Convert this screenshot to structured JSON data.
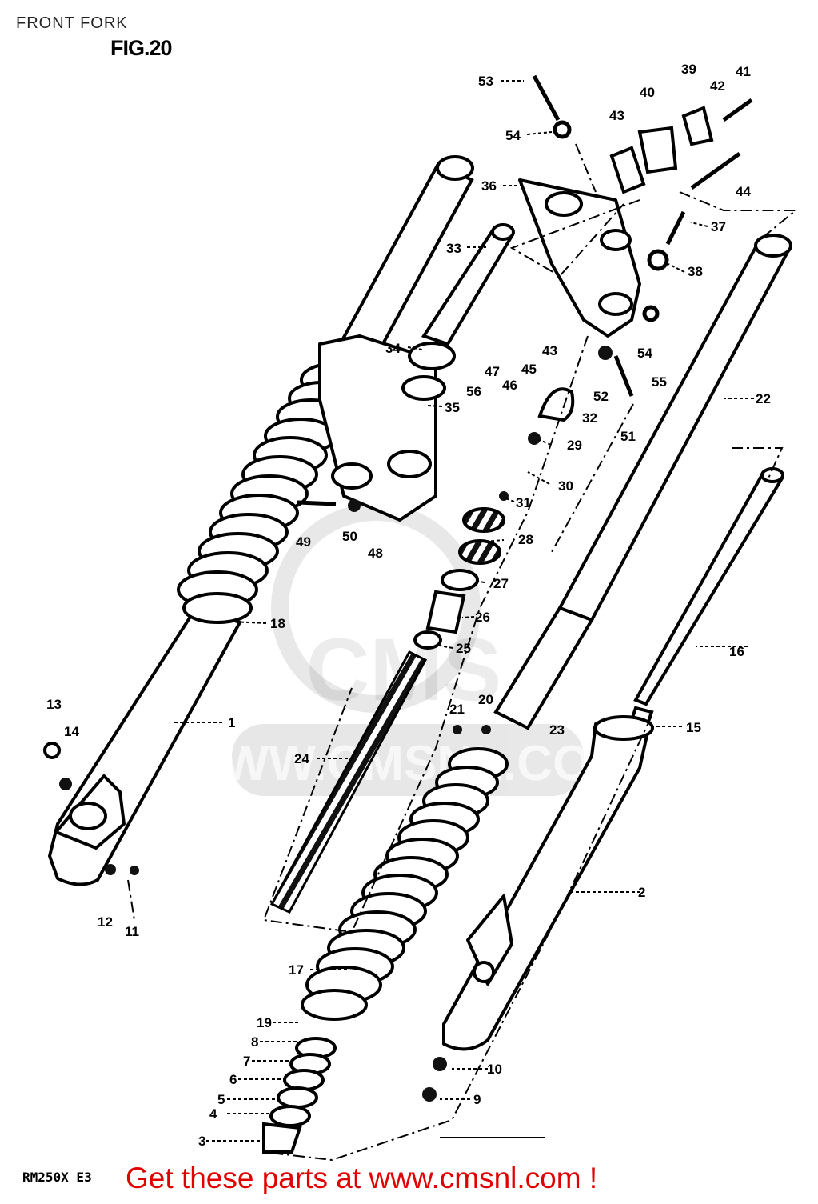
{
  "header": {
    "title": "FRONT FORK",
    "figure": "FIG.20"
  },
  "footer": {
    "model_code": "RM250X E3",
    "promo": "Get these parts at www.cmsnl.com !",
    "promo_color": "#e00000"
  },
  "watermark": {
    "text": "CMS",
    "url": "WWW.CMSNL.COM"
  },
  "part_numbers": [
    "53",
    "54",
    "43",
    "40",
    "39",
    "42",
    "41",
    "44",
    "36",
    "37",
    "38",
    "33",
    "34",
    "35",
    "47",
    "46",
    "45",
    "43",
    "56",
    "32",
    "52",
    "51",
    "54",
    "55",
    "22",
    "29",
    "30",
    "31",
    "49",
    "50",
    "48",
    "28",
    "27",
    "26",
    "25",
    "18",
    "16",
    "15",
    "1",
    "13",
    "14",
    "24",
    "21",
    "20",
    "23",
    "12",
    "11",
    "2",
    "17",
    "19",
    "8",
    "7",
    "6",
    "5",
    "4",
    "3",
    "10",
    "9"
  ]
}
